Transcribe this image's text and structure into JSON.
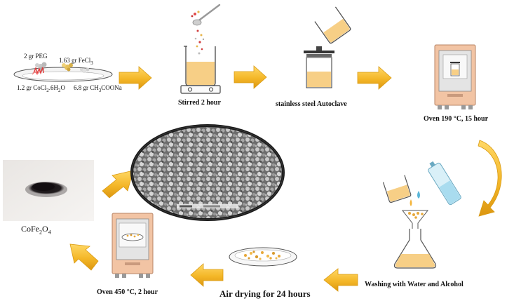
{
  "labels": {
    "peg": "2 gr PEG",
    "fecl3": "1.63 gr FeCl",
    "fecl3_sub": "3",
    "cocl2_pre": "1.2 gr CoCl",
    "cocl2_sub": "2",
    "cocl2_post": ".6H",
    "cocl2_sub2": "2",
    "cocl2_end": "O",
    "acetate_pre": "6.8 gr CH",
    "acetate_sub": "3",
    "acetate_post": "COONa",
    "stirred": "Stirred 2 hour",
    "autoclave": "stainless steel Autoclave",
    "oven190": "Oven 190 °C, 15 hour",
    "washing": "Washing with Water and Alcohol",
    "air_drying": "Air drying for 24 hours",
    "oven450": "Oven 450 °C, 2 hour",
    "product_pre": "CoFe",
    "product_sub1": "2",
    "product_mid": "O",
    "product_sub2": "4"
  },
  "colors": {
    "arrow": "#f4b728",
    "arrow_edge": "#d99a12",
    "oven_body": "#f2c4a4",
    "oven_panel": "#e2e2e2",
    "liquid": "#f7cf86",
    "sem_bg": "#7c7c7c",
    "powder": "#1c1718"
  }
}
